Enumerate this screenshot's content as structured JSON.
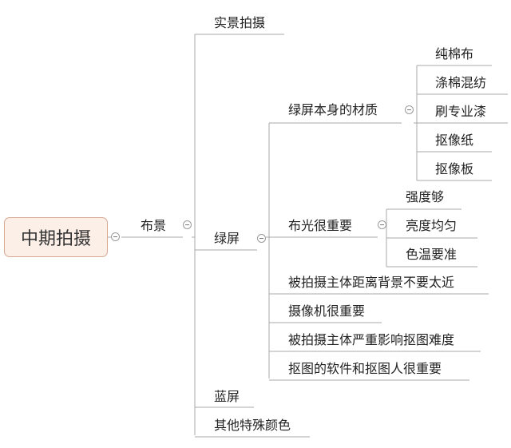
{
  "root": {
    "label": "中期拍摄"
  },
  "level1": {
    "label": "布景"
  },
  "level2": {
    "real_shoot": "实景拍摄",
    "green_screen": "绿屏",
    "blue_screen": "蓝屏",
    "other_colors": "其他特殊颜色"
  },
  "green": {
    "material": "绿屏本身的材质",
    "lighting": "布光很重要",
    "subject_distance": "被拍摄主体距离背景不要太近",
    "camera": "摄像机很重要",
    "subject_impact": "被拍摄主体严重影响抠图难度",
    "software": "抠图的软件和抠图人很重要"
  },
  "material_items": [
    "纯棉布",
    "涤棉混纺",
    "刷专业漆",
    "抠像纸",
    "抠像板"
  ],
  "lighting_items": [
    "强度够",
    "亮度均匀",
    "色温要准"
  ],
  "colors": {
    "line": "#a8a8a8",
    "root_border": "#d7a893",
    "root_fill": "#fbefe8"
  }
}
